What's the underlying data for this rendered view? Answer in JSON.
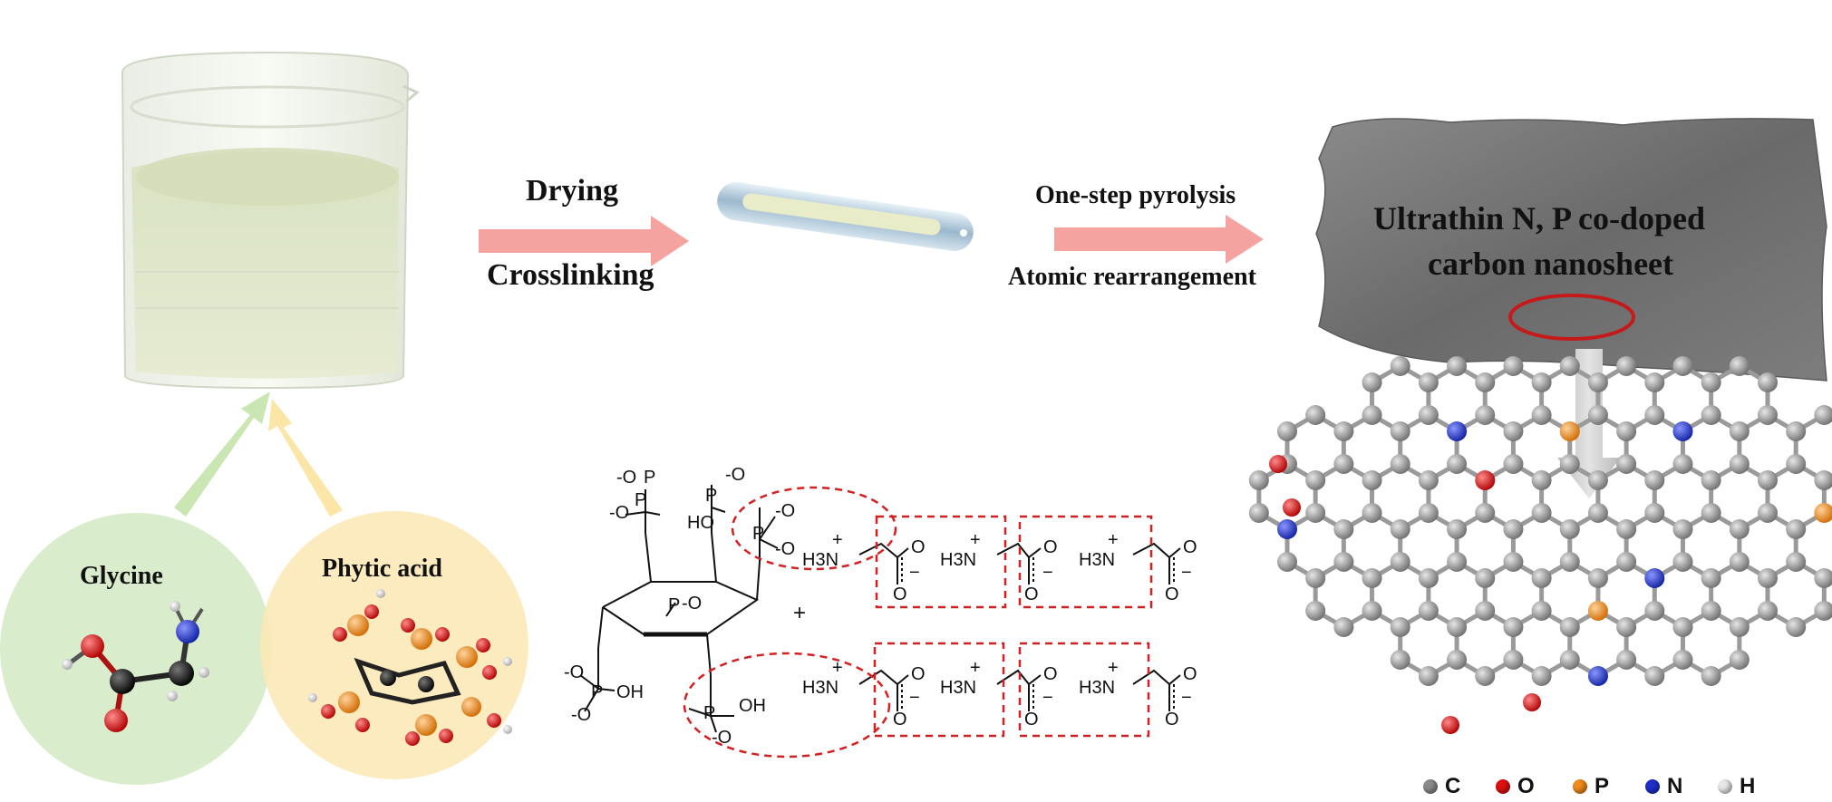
{
  "steps": {
    "step1_top": "Drying",
    "step1_bottom": "Crosslinking",
    "step2_top": "One-step pyrolysis",
    "step2_bottom": "Atomic rearrangement"
  },
  "product": {
    "line1": "Ultrathin N, P co-doped",
    "line2": "carbon nanosheet"
  },
  "precursors": {
    "a": "Glycine",
    "b": "Phytic acid"
  },
  "chem_labels": {
    "plus": "+",
    "ammonium": "H3N",
    "charge_plus": "+",
    "charge_minus": "−",
    "oh": "OH",
    "ho": "HO",
    "o": "O",
    "p": "P",
    "o_minus": "-O"
  },
  "legend": [
    {
      "symbol": "C",
      "color": "#8a8a8a"
    },
    {
      "symbol": "O",
      "color": "#e01010"
    },
    {
      "symbol": "P",
      "color": "#f08a1c"
    },
    {
      "symbol": "N",
      "color": "#1f2fc8"
    },
    {
      "symbol": "H",
      "color": "#e8e8e8"
    }
  ],
  "colors": {
    "arrow": "#f4a3a0",
    "glycine_circle": "#d5ebc6",
    "phytic_circle": "#fbe8b4",
    "dashed": "#d42020",
    "sheet": "#6f6f6f"
  }
}
